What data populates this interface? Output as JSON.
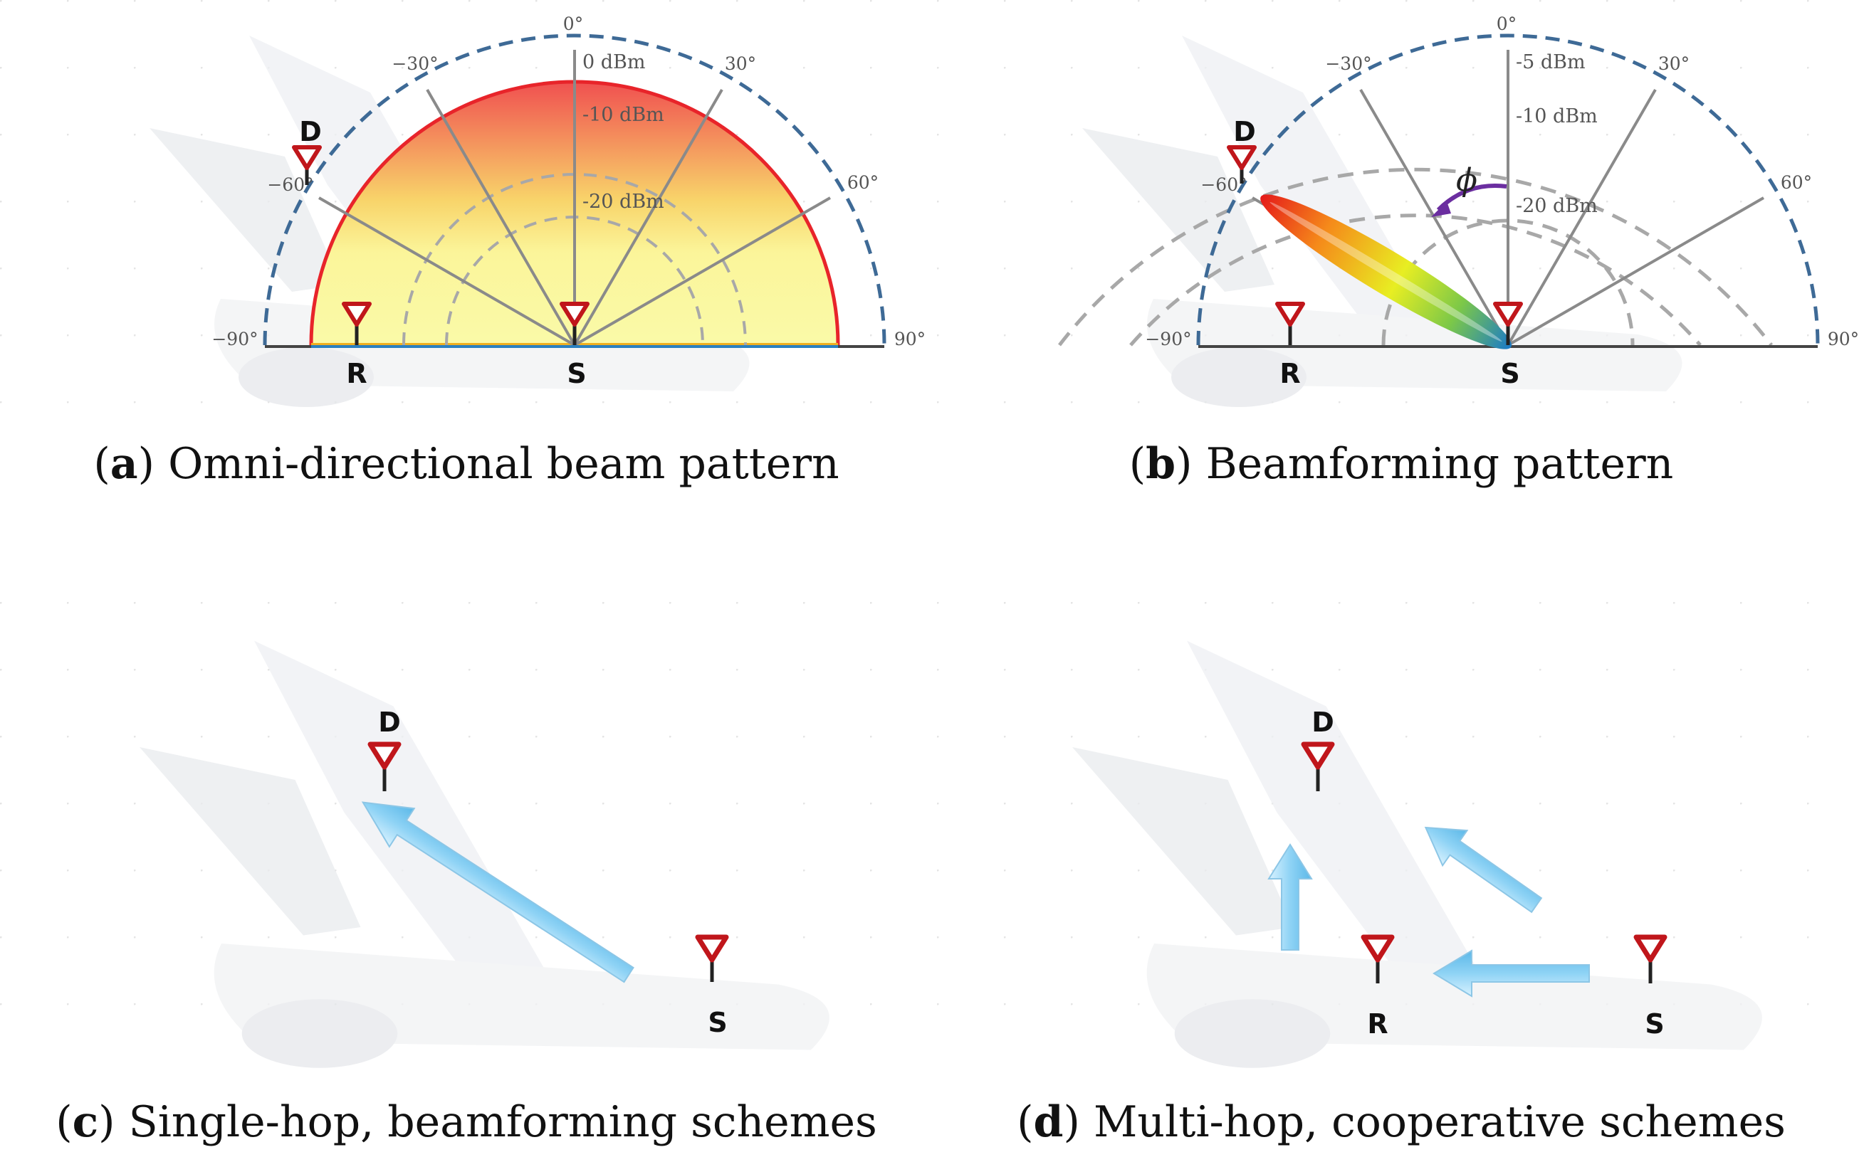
{
  "captions": {
    "a": {
      "letter": "a",
      "text": "Omni-directional beam pattern"
    },
    "b": {
      "letter": "b",
      "text": "Beamforming pattern"
    },
    "c": {
      "letter": "c",
      "text": "Single-hop, beamforming schemes"
    },
    "d": {
      "letter": "d",
      "text": "Multi-hop, cooperative schemes"
    }
  },
  "nodes": {
    "source": "S",
    "relay": "R",
    "destination": "D"
  },
  "angles": [
    "−90°",
    "−60°",
    "−30°",
    "0°",
    "30°",
    "60°",
    "90°"
  ],
  "panel_a": {
    "power_labels": [
      "0 dBm",
      "-10 dBm",
      "-20 dBm"
    ]
  },
  "panel_b": {
    "power_labels": [
      "-5 dBm",
      "-10 dBm",
      "-20 dBm"
    ],
    "steer_symbol": "ϕ"
  },
  "colors": {
    "dashed_outer": "#3e6a96",
    "antenna": "#c0161b",
    "arrow": "#8fd3f5",
    "omni_edge": "#e8242a",
    "spoke": "#8a8a8a"
  }
}
